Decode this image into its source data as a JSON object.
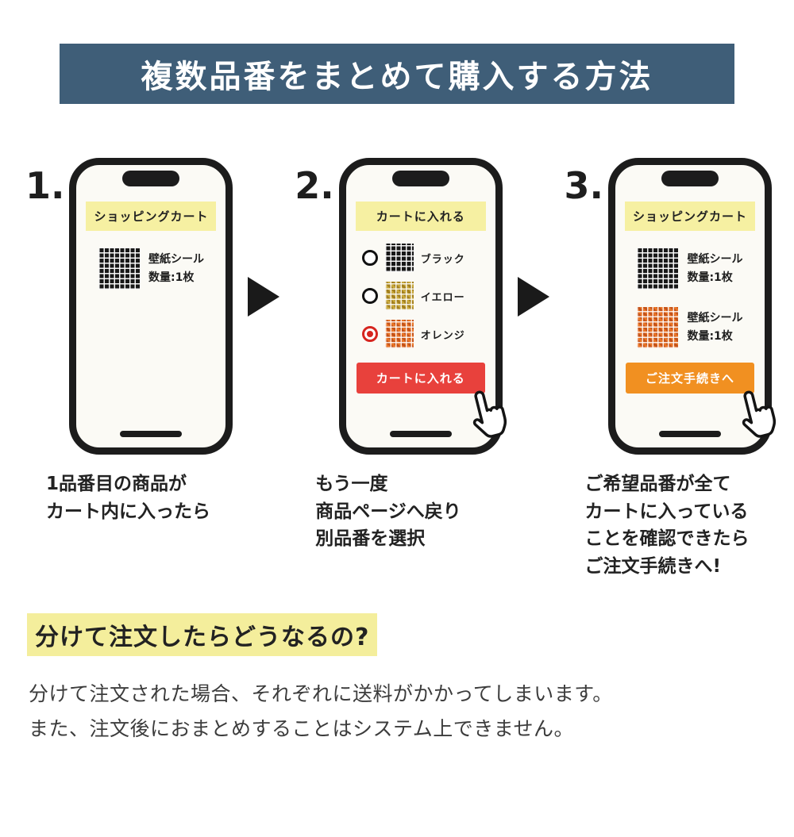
{
  "header": {
    "title": "複数品番をまとめて購入する方法",
    "bg_color": "#3f5e78"
  },
  "steps": [
    {
      "number": "1.",
      "caption": "1品番目の商品が\nカート内に入ったら",
      "phone": {
        "banner": "ショッピングカート",
        "banner_color": "#f6f0a2",
        "items": [
          {
            "swatch": "black-grid",
            "name": "壁紙シール",
            "qty": "数量:1枚"
          }
        ]
      }
    },
    {
      "number": "2.",
      "caption": "もう一度\n商品ページへ戻り\n別品番を選択",
      "phone": {
        "banner": "カートに入れる",
        "banner_color": "#f6f0a2",
        "options": [
          {
            "label": "ブラック",
            "swatch": "black-grid",
            "selected": false
          },
          {
            "label": "イエロー",
            "swatch": "yellow-grid",
            "selected": false
          },
          {
            "label": "オレンジ",
            "swatch": "orange-grid",
            "selected": true
          }
        ],
        "button": {
          "label": "カートに入れる",
          "color": "#e8413c"
        }
      }
    },
    {
      "number": "3.",
      "caption": "ご希望品番が全て\nカートに入っている\nことを確認できたら\nご注文手続きへ!",
      "phone": {
        "banner": "ショッピングカート",
        "banner_color": "#f6f0a2",
        "items": [
          {
            "swatch": "black-grid",
            "name": "壁紙シール",
            "qty": "数量:1枚"
          },
          {
            "swatch": "orange-grid",
            "name": "壁紙シール",
            "qty": "数量:1枚"
          }
        ],
        "button": {
          "label": "ご注文手続きへ",
          "color": "#f19021"
        }
      }
    }
  ],
  "faq": {
    "heading": "分けて注文したらどうなるの?",
    "highlight_color": "#f4ee9c",
    "body": "分けて注文された場合、それぞれに送料がかかってしまいます。\nまた、注文後におまとめすることはシステム上できません。"
  }
}
